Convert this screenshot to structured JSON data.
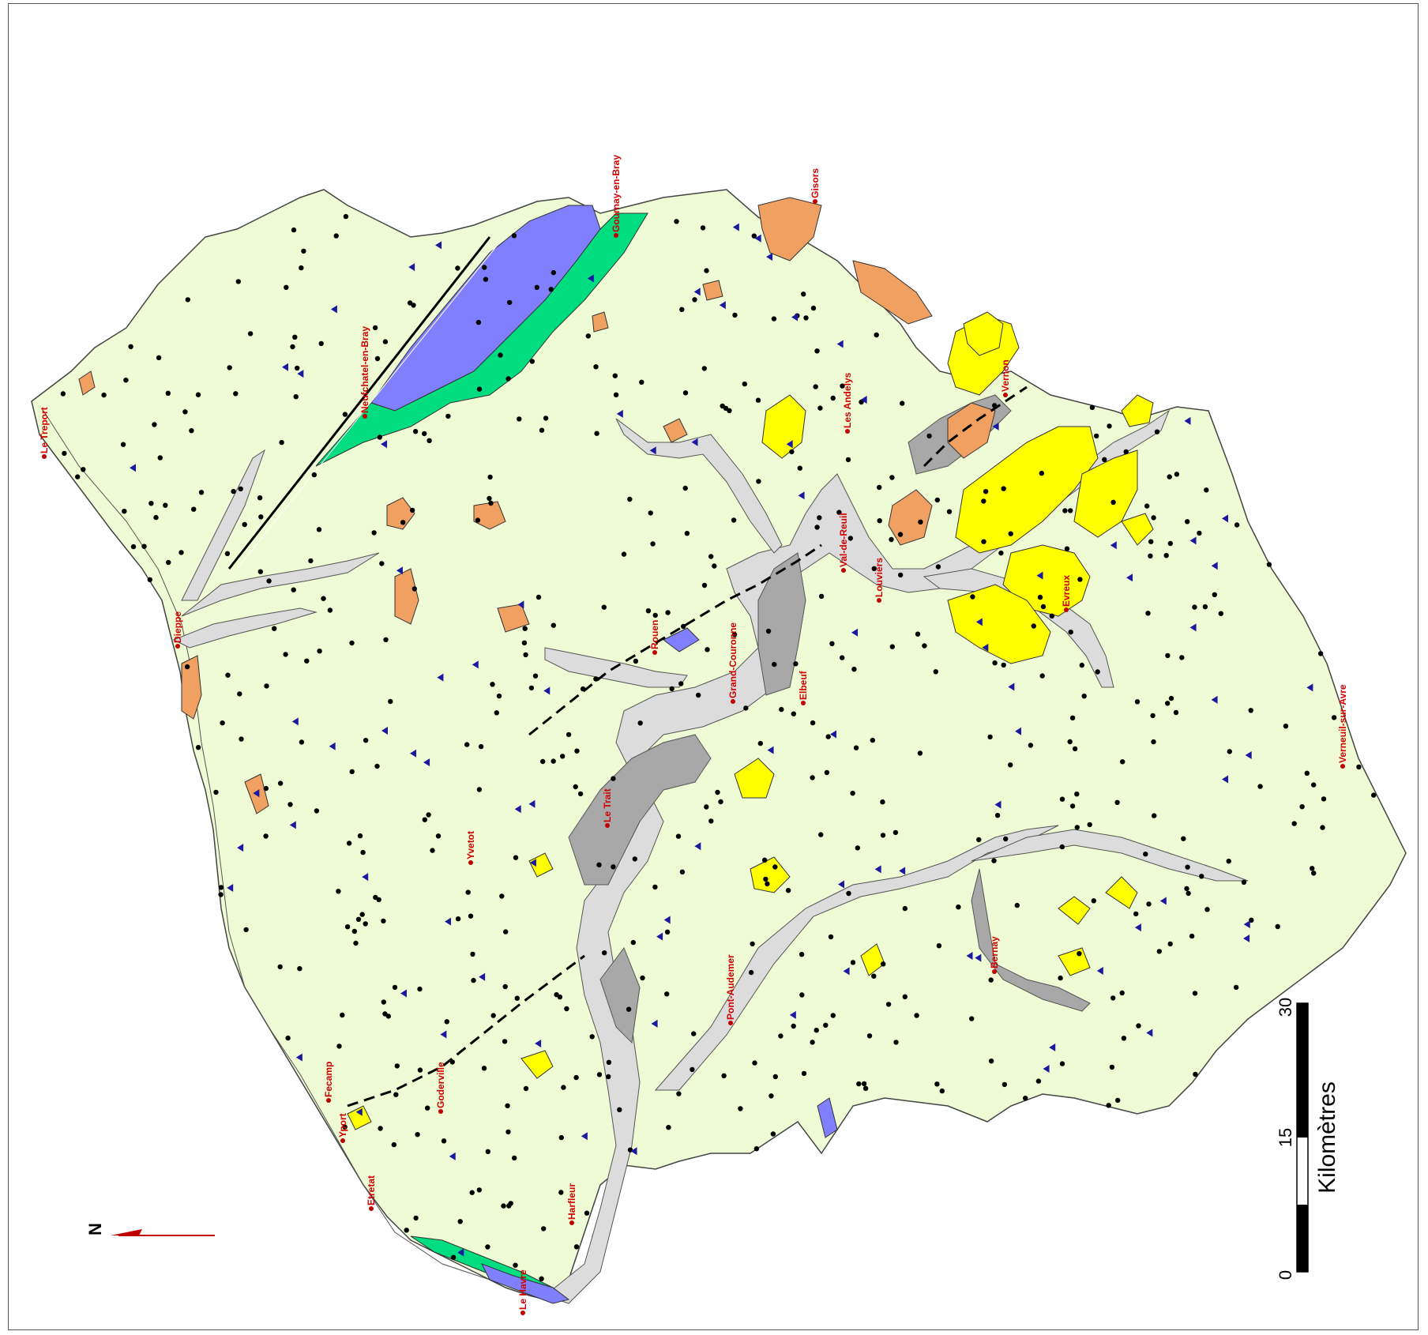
{
  "colors": {
    "land": "#eefbd4",
    "alluvium": "#dcdcdc",
    "river_dark": "#a8a8a8",
    "sand": "#ffff00",
    "clay": "#f0a060",
    "green_formation": "#00dd80",
    "blue_formation": "#8080ff",
    "town": "#c00000",
    "label": "#d00000",
    "well": "#000000",
    "triangle": "#1a1aa0"
  },
  "towns": [
    {
      "name": "Le Treport"
    },
    {
      "name": "Neufchatel-en-Bray"
    },
    {
      "name": "Gournay-en-Bray"
    },
    {
      "name": "Gisors"
    },
    {
      "name": "Les Andelys"
    },
    {
      "name": "Vernon"
    },
    {
      "name": "Dieppe"
    },
    {
      "name": "Val-de-Reuil"
    },
    {
      "name": "Louviers"
    },
    {
      "name": "Evreux"
    },
    {
      "name": "Rouen"
    },
    {
      "name": "Grand-Couronne"
    },
    {
      "name": "Elbeuf"
    },
    {
      "name": "Verneuil-sur-Avre"
    },
    {
      "name": "Le Trait"
    },
    {
      "name": "Yvetot"
    },
    {
      "name": "Bernay"
    },
    {
      "name": "Pont-Audemer"
    },
    {
      "name": "Fecamp"
    },
    {
      "name": "Goderville"
    },
    {
      "name": "Yport"
    },
    {
      "name": "Etretat"
    },
    {
      "name": "Harfleur"
    },
    {
      "name": "Le Havre"
    }
  ],
  "scale_bar": {
    "title": "Kilomètres",
    "ticks": [
      "0",
      "15",
      "30"
    ]
  },
  "north_arrow": {
    "label": "N"
  }
}
